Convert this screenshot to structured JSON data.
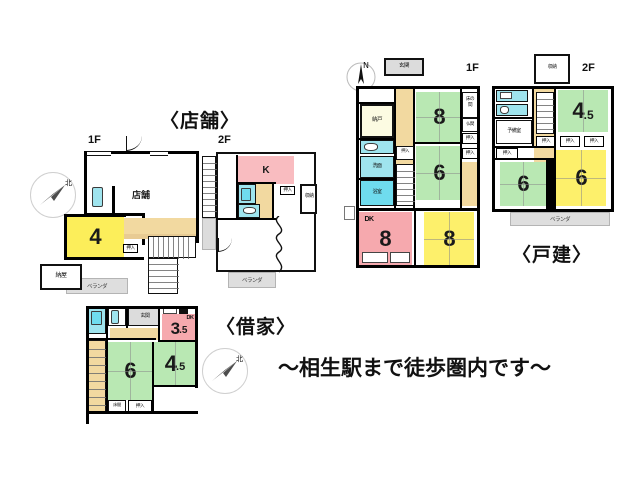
{
  "page": {
    "catchphrase": "～相生駅まで徒歩圏内です～",
    "bg_color": "#ffffff"
  },
  "palette": {
    "tatami_green": "#b9e8b3",
    "tatami_yellow": "#fcee5a",
    "kitchen_pink": "#f6a9ae",
    "water_blue": "#9fe4ee",
    "wood_floor": "#f2d9a0",
    "veranda_grey": "#dedede",
    "wall_black": "#000000"
  },
  "buildings": [
    {
      "id": "store",
      "title": "〈店舗〉",
      "compass_label": "北",
      "floors": [
        {
          "label": "1F",
          "rooms": [
            {
              "name": "店舗",
              "size": "",
              "color": "#ffffff"
            },
            {
              "name": "",
              "size": "4",
              "color": "#fcee5a"
            }
          ],
          "tags": [
            "洗面",
            "押入",
            "ベランダ",
            "納屋"
          ]
        },
        {
          "label": "2F",
          "rooms": [
            {
              "name": "K",
              "size": "",
              "color": "#f6a9ae"
            }
          ],
          "tags": [
            "洗面",
            "浴室",
            "収納",
            "押入",
            "ベランダ"
          ]
        }
      ]
    },
    {
      "id": "detached",
      "title": "〈戸建〉",
      "compass_label": "N",
      "floors": [
        {
          "label": "1F",
          "rooms": [
            {
              "name": "",
              "size": "8",
              "color": "#b9e8b3"
            },
            {
              "name": "",
              "size": "6",
              "color": "#b9e8b3"
            },
            {
              "name": "DK",
              "size": "8",
              "color": "#f6a9ae"
            },
            {
              "name": "",
              "size": "8",
              "color": "#fcee5a"
            }
          ],
          "tags": [
            "玄関",
            "納戸",
            "洗面",
            "浴室",
            "床の間",
            "仏間",
            "押入",
            "押入",
            "押入"
          ]
        },
        {
          "label": "2F",
          "rooms": [
            {
              "name": "",
              "size": "4.5",
              "color": "#b9e8b3"
            },
            {
              "name": "",
              "size": "6",
              "color": "#b9e8b3"
            },
            {
              "name": "",
              "size": "6",
              "color": "#fcee5a"
            }
          ],
          "tags": [
            "収納",
            "予備室",
            "押入",
            "押入",
            "押入",
            "押入",
            "ベランダ"
          ]
        }
      ]
    },
    {
      "id": "rental",
      "title": "〈借家〉",
      "compass_label": "北",
      "floors": [
        {
          "label": "",
          "rooms": [
            {
              "name": "DK",
              "size": "3.5",
              "color": "#f6a9ae"
            },
            {
              "name": "",
              "size": "4.5",
              "color": "#b9e8b3"
            },
            {
              "name": "",
              "size": "6",
              "color": "#b9e8b3"
            }
          ],
          "tags": [
            "玄関",
            "浴室",
            "洗面",
            "押入",
            "床間"
          ]
        }
      ]
    }
  ],
  "labels": {
    "store_title": "〈店舗〉",
    "store_1f": "1F",
    "store_2f": "2F",
    "store_room_shop": "店舗",
    "store_room_4": "4",
    "store_kitchen": "K",
    "store_noya": "納屋",
    "store_veranda_1f": "ベランダ",
    "store_veranda_2f": "ベランダ",
    "store_storage_2f": "収納",
    "store_oshiire_1f": "押入",
    "store_oshiire_2f": "押入",
    "det_title": "〈戸建〉",
    "det_1f": "1F",
    "det_2f": "2F",
    "det_genkan": "玄関",
    "det_nando": "納戸",
    "det_senmen": "洗面",
    "det_yokushitsu": "浴室",
    "det_tokonoma": "床の間",
    "det_butsuma": "仏間",
    "det_oshiire1": "押入",
    "det_oshiire2": "押入",
    "det_oshiire3": "押入",
    "det_r8a": "8",
    "det_r6a": "6",
    "det_dk": "DK",
    "det_dk_size": "8",
    "det_r8b": "8",
    "det_shuno": "収納",
    "det_yobishitsu": "予備室",
    "det_2f_oshiire1": "押入",
    "det_2f_oshiire2": "押入",
    "det_2f_oshiire3": "押入",
    "det_2f_oshiire4": "押入",
    "det_r45": "4",
    "det_r45_sub": ".5",
    "det_r6b": "6",
    "det_r6c": "6",
    "det_veranda": "ベランダ",
    "rent_title": "〈借家〉",
    "rent_genkan": "玄関",
    "rent_dk": "DK",
    "rent_dk_size": "3",
    "rent_dk_sub": ".5",
    "rent_r45": "4",
    "rent_r45_sub": ".5",
    "rent_r6": "6",
    "rent_oshiire": "押入",
    "rent_tokoma": "床間",
    "rent_senmen": "洗面",
    "rent_yokushitsu": "浴室",
    "north_n": "N",
    "north_kanji": "北"
  }
}
